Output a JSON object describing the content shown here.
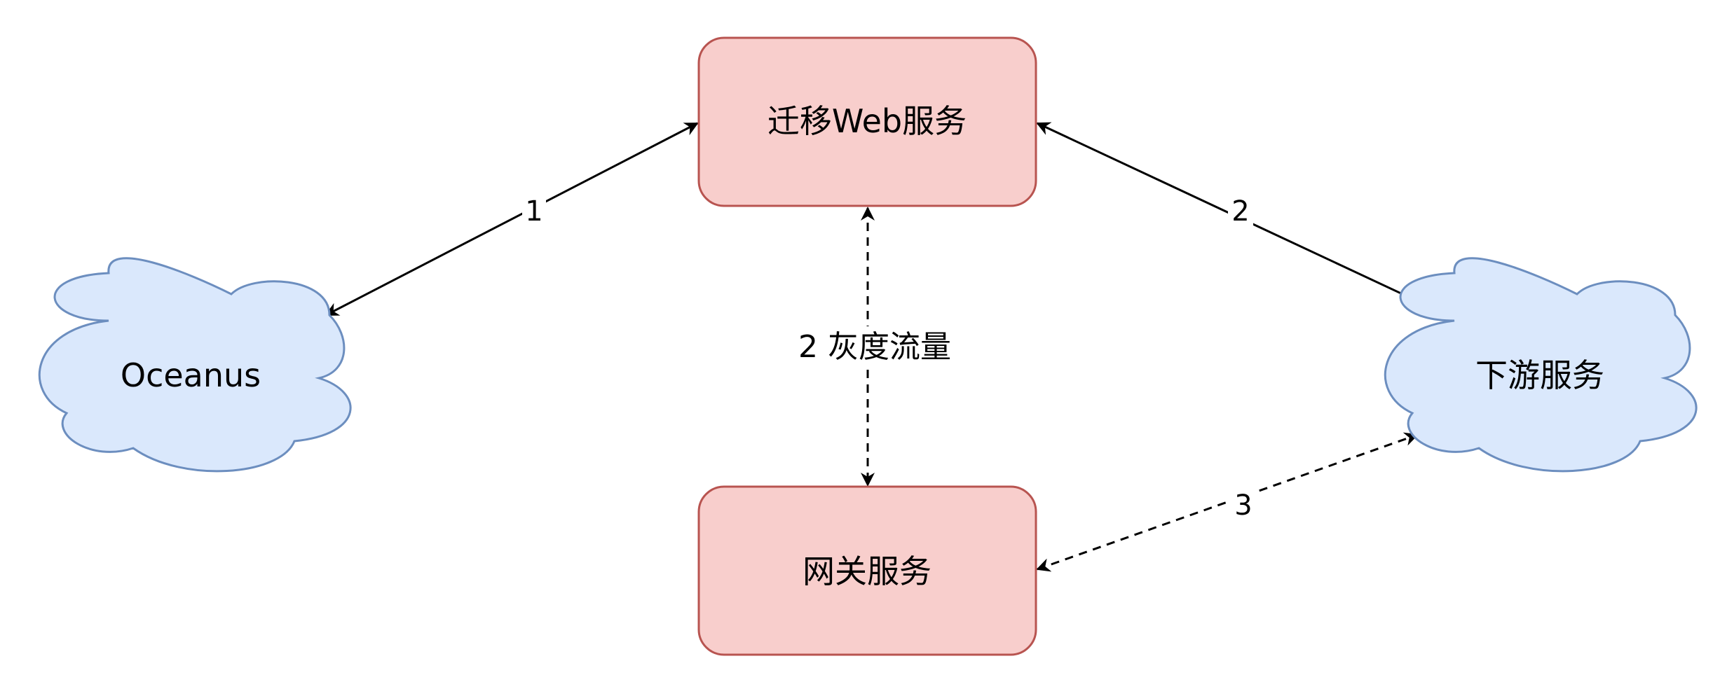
{
  "nodes": {
    "migration_web": {
      "label": "迁移Web服务",
      "fill": "#f8cecc",
      "stroke": "#b85450"
    },
    "gateway": {
      "label": "网关服务",
      "fill": "#f8cecc",
      "stroke": "#b85450"
    },
    "oceanus": {
      "label": "Oceanus",
      "fill": "#dae8fc",
      "stroke": "#6c8ebf"
    },
    "downstream": {
      "label": "下游服务",
      "fill": "#dae8fc",
      "stroke": "#6c8ebf"
    }
  },
  "edges": {
    "e1": {
      "label": "1",
      "style": "solid"
    },
    "e2": {
      "label": "2",
      "style": "solid"
    },
    "gray": {
      "label": "2 灰度流量",
      "style": "dashed"
    },
    "e3": {
      "label": "3",
      "style": "dashed"
    }
  },
  "colors": {
    "edge": "#000000",
    "background": "#ffffff"
  }
}
